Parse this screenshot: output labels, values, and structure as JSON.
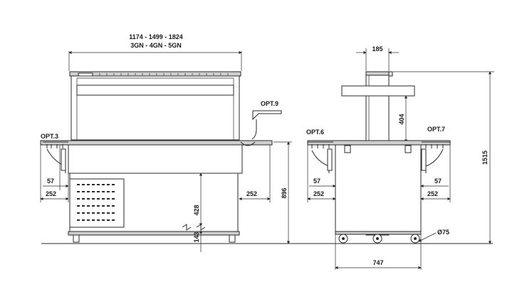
{
  "front_view": {
    "width_label": "1174 - 1499 - 1824",
    "gn_label": "3GN - 4GN - 5GN",
    "opt_left": "OPT.3",
    "opt_right": "OPT.9",
    "dim_57": "57",
    "dim_252_left": "252",
    "dim_252_right": "252",
    "dim_428": "428",
    "dim_143": "143",
    "dim_896": "896"
  },
  "side_view": {
    "dim_185": "185",
    "dim_404": "404",
    "opt_left": "OPT.6",
    "opt_right": "OPT.7",
    "dim_57_left": "57",
    "dim_57_right": "57",
    "dim_252_left": "252",
    "dim_252_right": "252",
    "dim_1515": "1515",
    "dim_747": "747",
    "wheel_diameter": "Ø75"
  }
}
